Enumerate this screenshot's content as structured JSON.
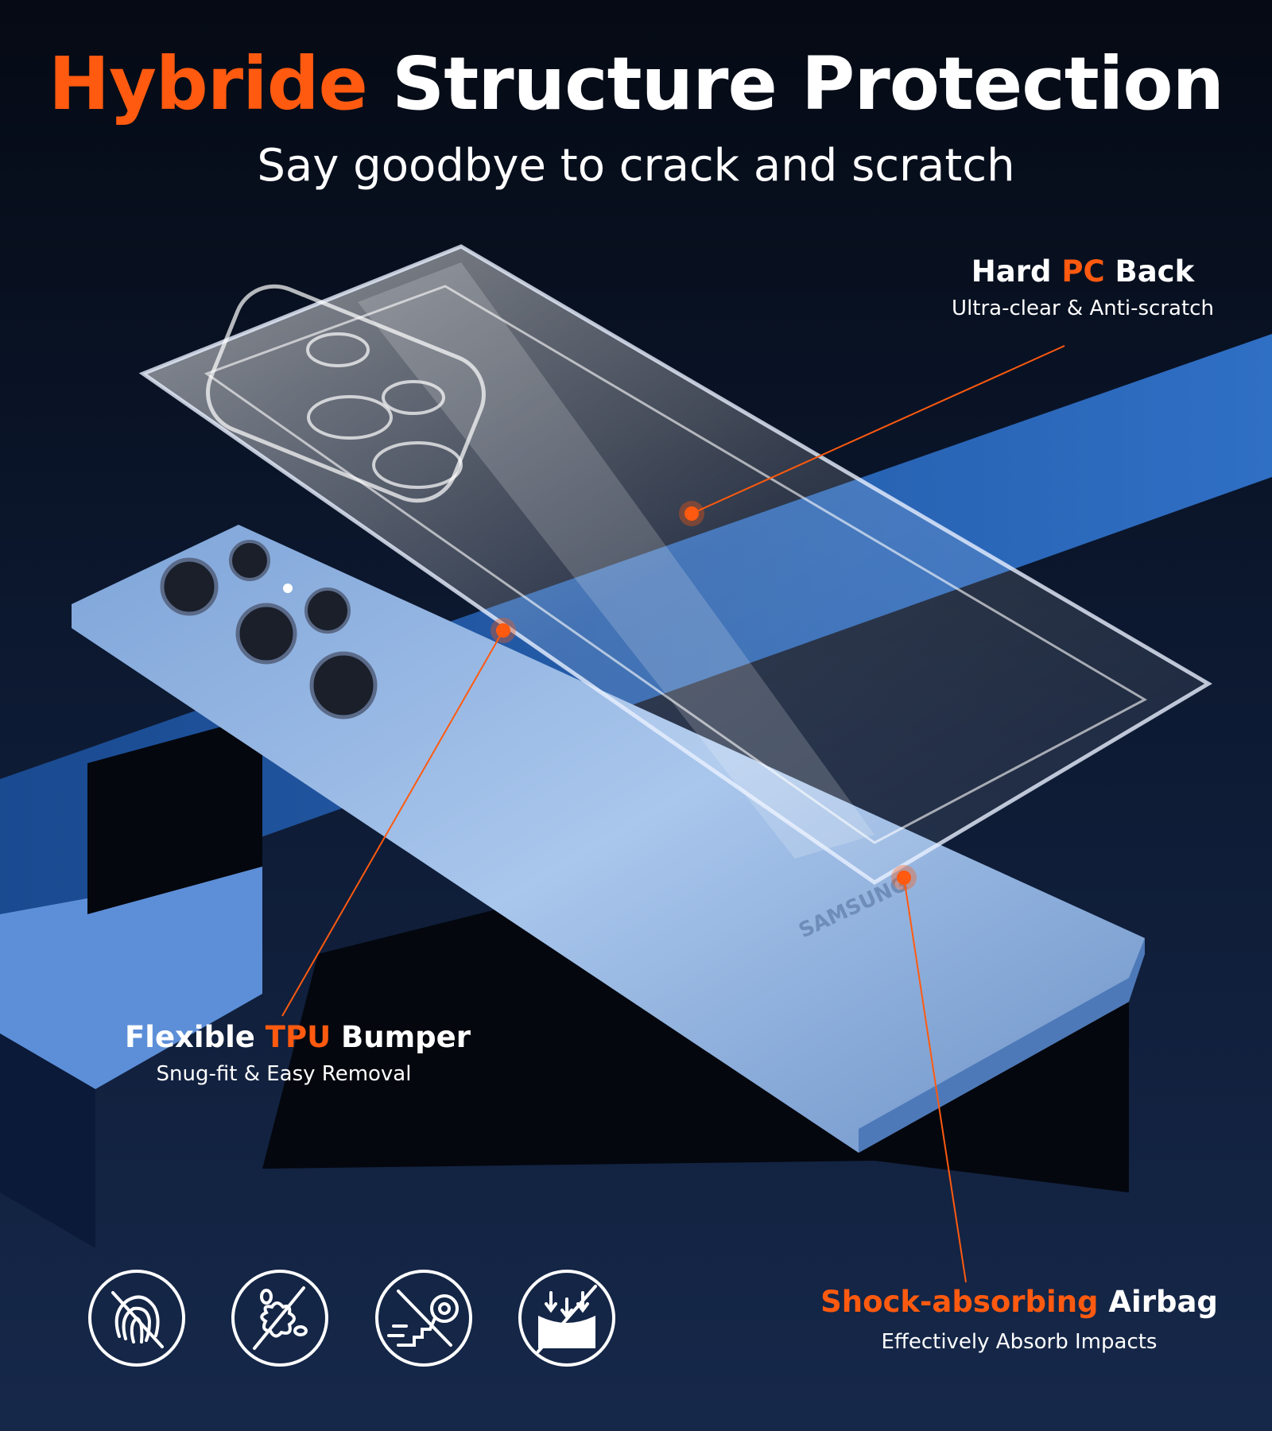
{
  "title": {
    "highlight": "Hybride",
    "rest": "Structure Protection"
  },
  "subtitle": "Say goodbye to crack and scratch",
  "callouts": {
    "hard_pc": {
      "pre": "Hard ",
      "accent": "PC",
      "post": " Back",
      "sub": "Ultra-clear & Anti-scratch"
    },
    "tpu": {
      "pre": "Flexible ",
      "accent": "TPU",
      "post": " Bumper",
      "sub": "Snug-fit & Easy Removal"
    },
    "airbag": {
      "accent": "Shock-absorbing",
      "post": " Airbag",
      "sub": "Effectively Absorb Impacts"
    }
  },
  "icons": [
    "anti-fingerprint-icon",
    "anti-stain-icon",
    "anti-drop-icon",
    "shock-absorb-icon"
  ],
  "phone_brand": "SAMSUNG",
  "colors": {
    "accent": "#ff5a0f",
    "background": "#0b1426",
    "stripe": "#1f5fb0",
    "phone": "#8fb3e0"
  }
}
